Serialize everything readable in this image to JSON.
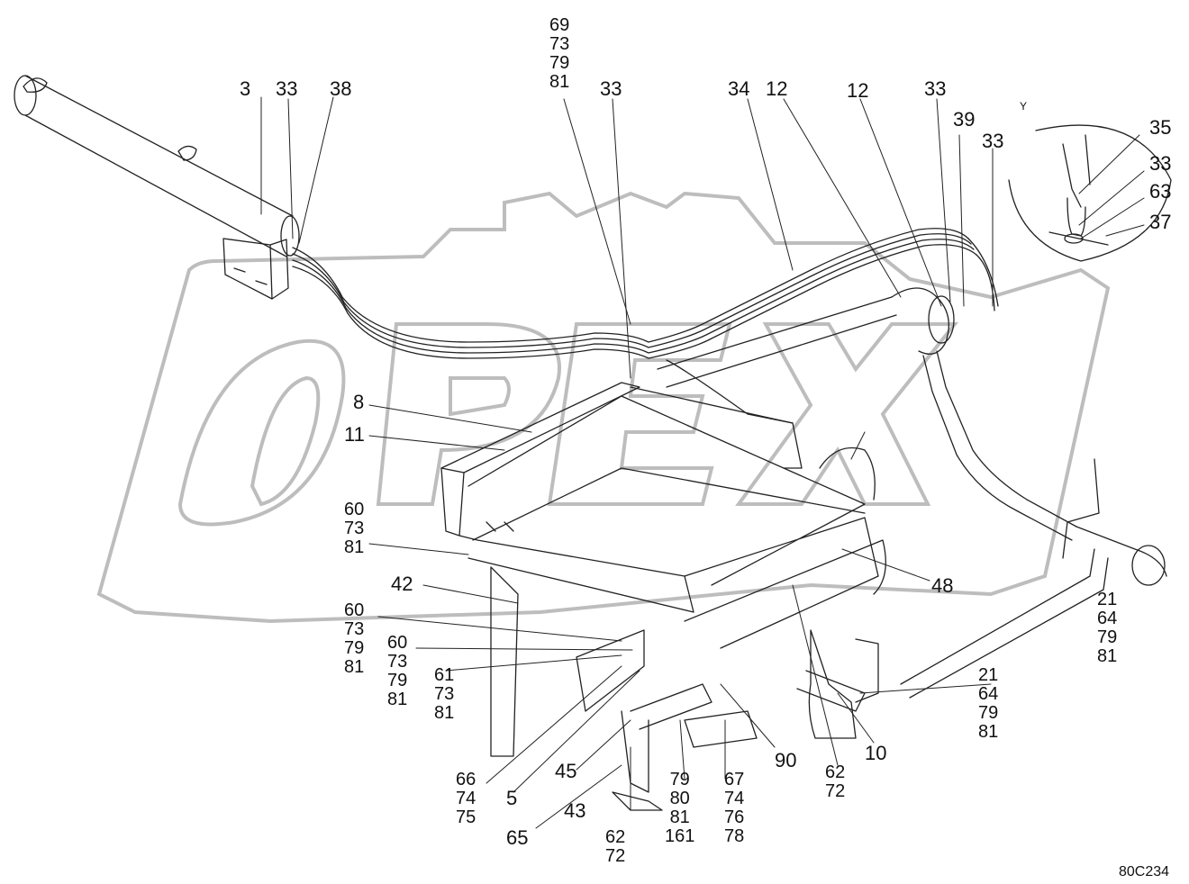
{
  "diagram": {
    "drawing_code": "80C234",
    "view_marker": "Y",
    "watermark_text": "OPEX",
    "callouts": [
      {
        "id": "c-3",
        "text": "3"
      },
      {
        "id": "c-33a",
        "text": "33"
      },
      {
        "id": "c-38",
        "text": "38"
      },
      {
        "id": "c-69",
        "text": "69\n73\n79\n81"
      },
      {
        "id": "c-33b",
        "text": "33"
      },
      {
        "id": "c-34",
        "text": "34"
      },
      {
        "id": "c-12a",
        "text": "12"
      },
      {
        "id": "c-12b",
        "text": "12"
      },
      {
        "id": "c-33c",
        "text": "33"
      },
      {
        "id": "c-39",
        "text": "39"
      },
      {
        "id": "c-33d",
        "text": "33"
      },
      {
        "id": "c-35",
        "text": "35"
      },
      {
        "id": "c-33e",
        "text": "33"
      },
      {
        "id": "c-63",
        "text": "63"
      },
      {
        "id": "c-37",
        "text": "37"
      },
      {
        "id": "c-8",
        "text": "8"
      },
      {
        "id": "c-11",
        "text": "11"
      },
      {
        "id": "c-60a",
        "text": "60\n73\n81"
      },
      {
        "id": "c-42",
        "text": "42"
      },
      {
        "id": "c-60b",
        "text": "60\n73\n79\n81"
      },
      {
        "id": "c-60c",
        "text": "60\n73\n79\n81"
      },
      {
        "id": "c-61",
        "text": "61\n73\n81"
      },
      {
        "id": "c-48",
        "text": "48"
      },
      {
        "id": "c-21a",
        "text": "21\n64\n79\n81"
      },
      {
        "id": "c-21b",
        "text": "21\n64\n79\n81"
      },
      {
        "id": "c-66",
        "text": "66\n74\n75"
      },
      {
        "id": "c-5",
        "text": "5"
      },
      {
        "id": "c-45",
        "text": "45"
      },
      {
        "id": "c-65",
        "text": "65"
      },
      {
        "id": "c-43",
        "text": "43"
      },
      {
        "id": "c-62a",
        "text": "62\n72"
      },
      {
        "id": "c-79",
        "text": "79\n80\n81\n161"
      },
      {
        "id": "c-67",
        "text": "67\n74\n76\n78"
      },
      {
        "id": "c-90",
        "text": "90"
      },
      {
        "id": "c-62b",
        "text": "62\n72"
      },
      {
        "id": "c-10",
        "text": "10"
      }
    ]
  }
}
